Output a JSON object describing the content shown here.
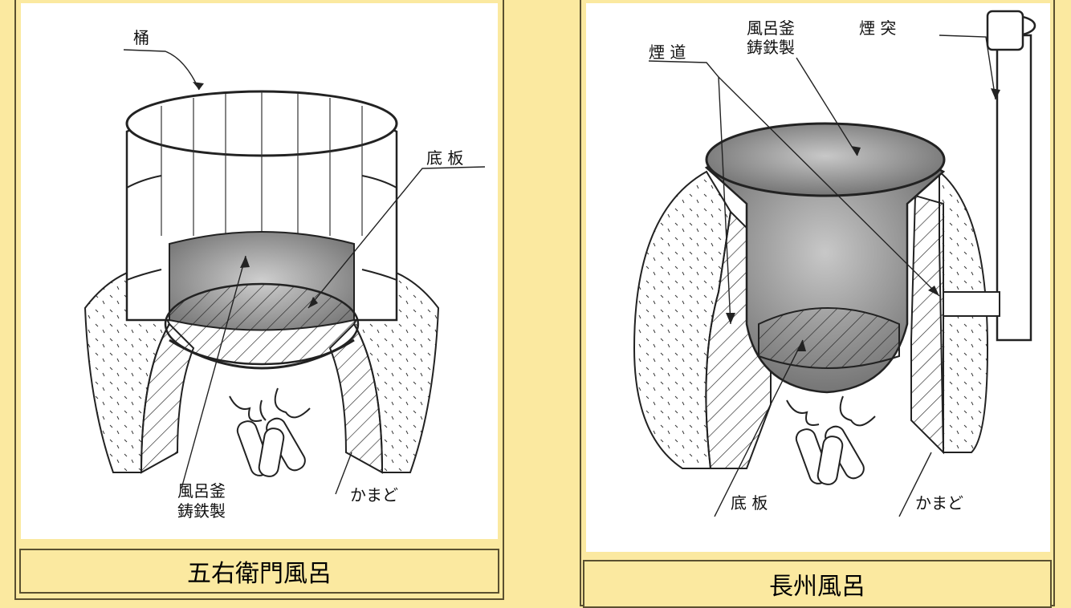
{
  "left": {
    "caption": "五右衛門風呂",
    "labels": {
      "oke": "桶",
      "sokoita": "底 板",
      "kama_line1": "風呂釜",
      "kama_line2": "鋳鉄製",
      "kamado": "かまど"
    }
  },
  "right": {
    "caption": "長州風呂",
    "labels": {
      "endo": "煙 道",
      "kama_line1": "風呂釜",
      "kama_line2": "鋳鉄製",
      "entotsu": "煙 突",
      "sokoita": "底 板",
      "kamado": "かまど"
    }
  }
}
